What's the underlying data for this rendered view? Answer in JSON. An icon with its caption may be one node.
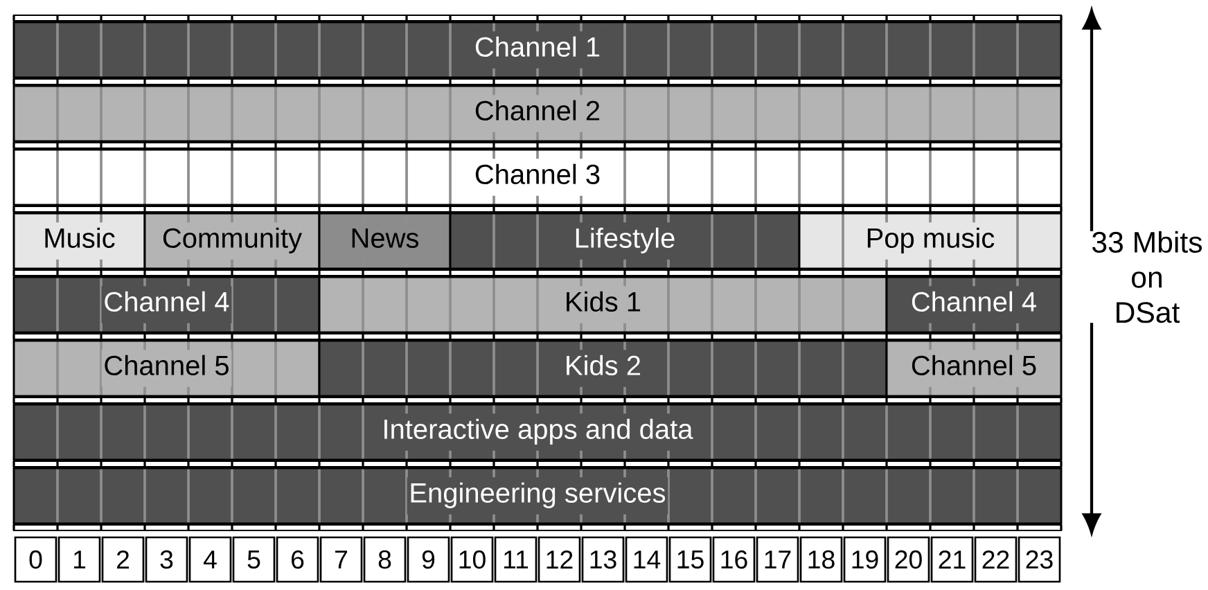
{
  "diagram": {
    "nodes": [
      {
        "text": [
          "Channel 1"
        ]
      },
      {
        "text": [
          "Channel 2"
        ]
      },
      {
        "text": [
          "Channel 3"
        ]
      },
      {
        "text": [
          "Music"
        ]
      },
      {
        "text": [
          "Community"
        ]
      },
      {
        "text": [
          "News"
        ]
      },
      {
        "text": [
          "Lifestyle"
        ]
      },
      {
        "text": [
          "Pop music"
        ]
      },
      {
        "text": [
          "Channel 4"
        ]
      },
      {
        "text": [
          "Kids 1"
        ]
      },
      {
        "text": [
          "Channel 4"
        ]
      },
      {
        "text": [
          "Channel 5"
        ]
      },
      {
        "text": [
          "Kids 2"
        ]
      },
      {
        "text": [
          "Channel 5"
        ]
      },
      {
        "text": [
          "Interactive apps and data"
        ]
      },
      {
        "text": [
          "Engineering services"
        ]
      },
      {
        "text": [
          "0"
        ]
      },
      {
        "text": [
          "1"
        ]
      },
      {
        "text": [
          "2"
        ]
      },
      {
        "text": [
          "3"
        ]
      },
      {
        "text": [
          "4"
        ]
      },
      {
        "text": [
          "5"
        ]
      },
      {
        "text": [
          "6"
        ]
      },
      {
        "text": [
          "7"
        ]
      },
      {
        "text": [
          "8"
        ]
      },
      {
        "text": [
          "9"
        ]
      },
      {
        "text": [
          "10"
        ]
      },
      {
        "text": [
          "11"
        ]
      },
      {
        "text": [
          "12"
        ]
      },
      {
        "text": [
          "13"
        ]
      },
      {
        "text": [
          "14"
        ]
      },
      {
        "text": [
          "15"
        ]
      },
      {
        "text": [
          "16"
        ]
      },
      {
        "text": [
          "17"
        ]
      },
      {
        "text": [
          "18"
        ]
      },
      {
        "text": [
          "19"
        ]
      },
      {
        "text": [
          "20"
        ]
      },
      {
        "text": [
          "21"
        ]
      },
      {
        "text": [
          "22"
        ]
      },
      {
        "text": [
          "23"
        ]
      }
    ],
    "labels": [
      "33 Mbits on DSat"
    ]
  }
}
